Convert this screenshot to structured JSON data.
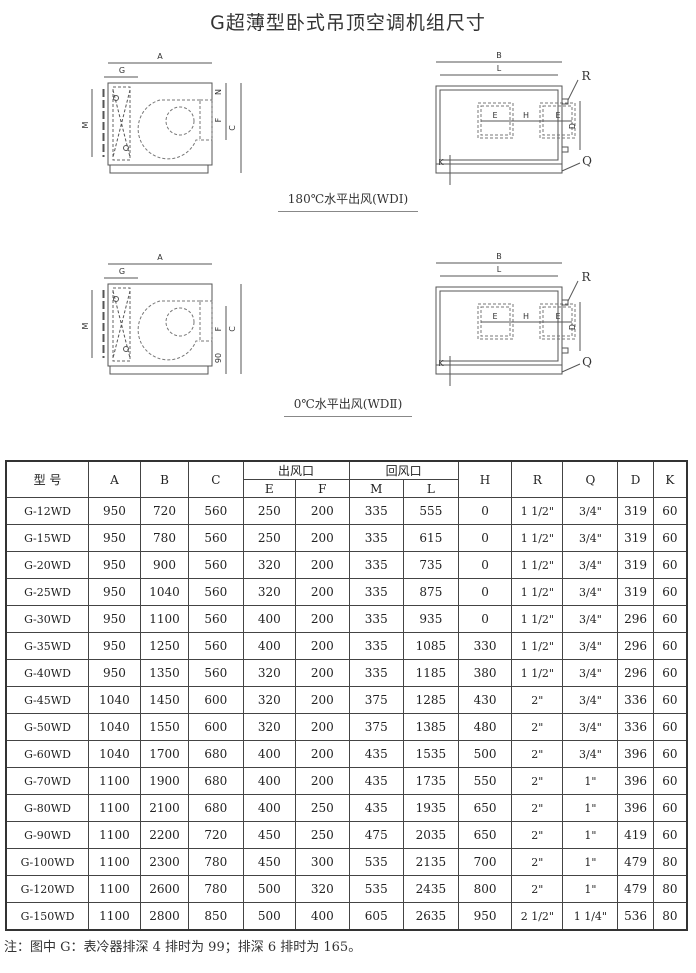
{
  "title": "G超薄型卧式吊顶空调机组尺寸",
  "drawing1": {
    "caption": "180℃水平出风(WDⅠ)"
  },
  "drawing2": {
    "caption": "0℃水平出风(WDⅡ)",
    "dim_90": "90"
  },
  "labels": {
    "A": "A",
    "G": "G",
    "M": "M",
    "N": "N",
    "F": "F",
    "C": "C",
    "B": "B",
    "L": "L",
    "R": "R",
    "E": "E",
    "H": "H",
    "D": "D",
    "K": "K",
    "Q": "Q"
  },
  "table": {
    "header_model": "型  号",
    "group_outlet": "出风口",
    "group_return": "回风口",
    "columns": [
      "A",
      "B",
      "C",
      "E",
      "F",
      "M",
      "L",
      "H",
      "R",
      "Q",
      "D",
      "K"
    ],
    "rows": [
      [
        "G-12WD",
        "950",
        "720",
        "560",
        "250",
        "200",
        "335",
        "555",
        "0",
        "1 1/2\"",
        "3/4\"",
        "319",
        "60"
      ],
      [
        "G-15WD",
        "950",
        "780",
        "560",
        "250",
        "200",
        "335",
        "615",
        "0",
        "1 1/2\"",
        "3/4\"",
        "319",
        "60"
      ],
      [
        "G-20WD",
        "950",
        "900",
        "560",
        "320",
        "200",
        "335",
        "735",
        "0",
        "1 1/2\"",
        "3/4\"",
        "319",
        "60"
      ],
      [
        "G-25WD",
        "950",
        "1040",
        "560",
        "320",
        "200",
        "335",
        "875",
        "0",
        "1 1/2\"",
        "3/4\"",
        "319",
        "60"
      ],
      [
        "G-30WD",
        "950",
        "1100",
        "560",
        "400",
        "200",
        "335",
        "935",
        "0",
        "1 1/2\"",
        "3/4\"",
        "296",
        "60"
      ],
      [
        "G-35WD",
        "950",
        "1250",
        "560",
        "400",
        "200",
        "335",
        "1085",
        "330",
        "1 1/2\"",
        "3/4\"",
        "296",
        "60"
      ],
      [
        "G-40WD",
        "950",
        "1350",
        "560",
        "320",
        "200",
        "335",
        "1185",
        "380",
        "1 1/2\"",
        "3/4\"",
        "296",
        "60"
      ],
      [
        "G-45WD",
        "1040",
        "1450",
        "600",
        "320",
        "200",
        "375",
        "1285",
        "430",
        "2\"",
        "3/4\"",
        "336",
        "60"
      ],
      [
        "G-50WD",
        "1040",
        "1550",
        "600",
        "320",
        "200",
        "375",
        "1385",
        "480",
        "2\"",
        "3/4\"",
        "336",
        "60"
      ],
      [
        "G-60WD",
        "1040",
        "1700",
        "680",
        "400",
        "200",
        "435",
        "1535",
        "500",
        "2\"",
        "3/4\"",
        "396",
        "60"
      ],
      [
        "G-70WD",
        "1100",
        "1900",
        "680",
        "400",
        "200",
        "435",
        "1735",
        "550",
        "2\"",
        "1\"",
        "396",
        "60"
      ],
      [
        "G-80WD",
        "1100",
        "2100",
        "680",
        "400",
        "250",
        "435",
        "1935",
        "650",
        "2\"",
        "1\"",
        "396",
        "60"
      ],
      [
        "G-90WD",
        "1100",
        "2200",
        "720",
        "450",
        "250",
        "475",
        "2035",
        "650",
        "2\"",
        "1\"",
        "419",
        "60"
      ],
      [
        "G-100WD",
        "1100",
        "2300",
        "780",
        "450",
        "300",
        "535",
        "2135",
        "700",
        "2\"",
        "1\"",
        "479",
        "80"
      ],
      [
        "G-120WD",
        "1100",
        "2600",
        "780",
        "500",
        "320",
        "535",
        "2435",
        "800",
        "2\"",
        "1\"",
        "479",
        "80"
      ],
      [
        "G-150WD",
        "1100",
        "2800",
        "850",
        "500",
        "400",
        "605",
        "2635",
        "950",
        "2 1/2\"",
        "1 1/4\"",
        "536",
        "80"
      ]
    ]
  },
  "note": "注：图中 G：表冷器排深 4 排时为 99；排深 6 排时为 165。"
}
